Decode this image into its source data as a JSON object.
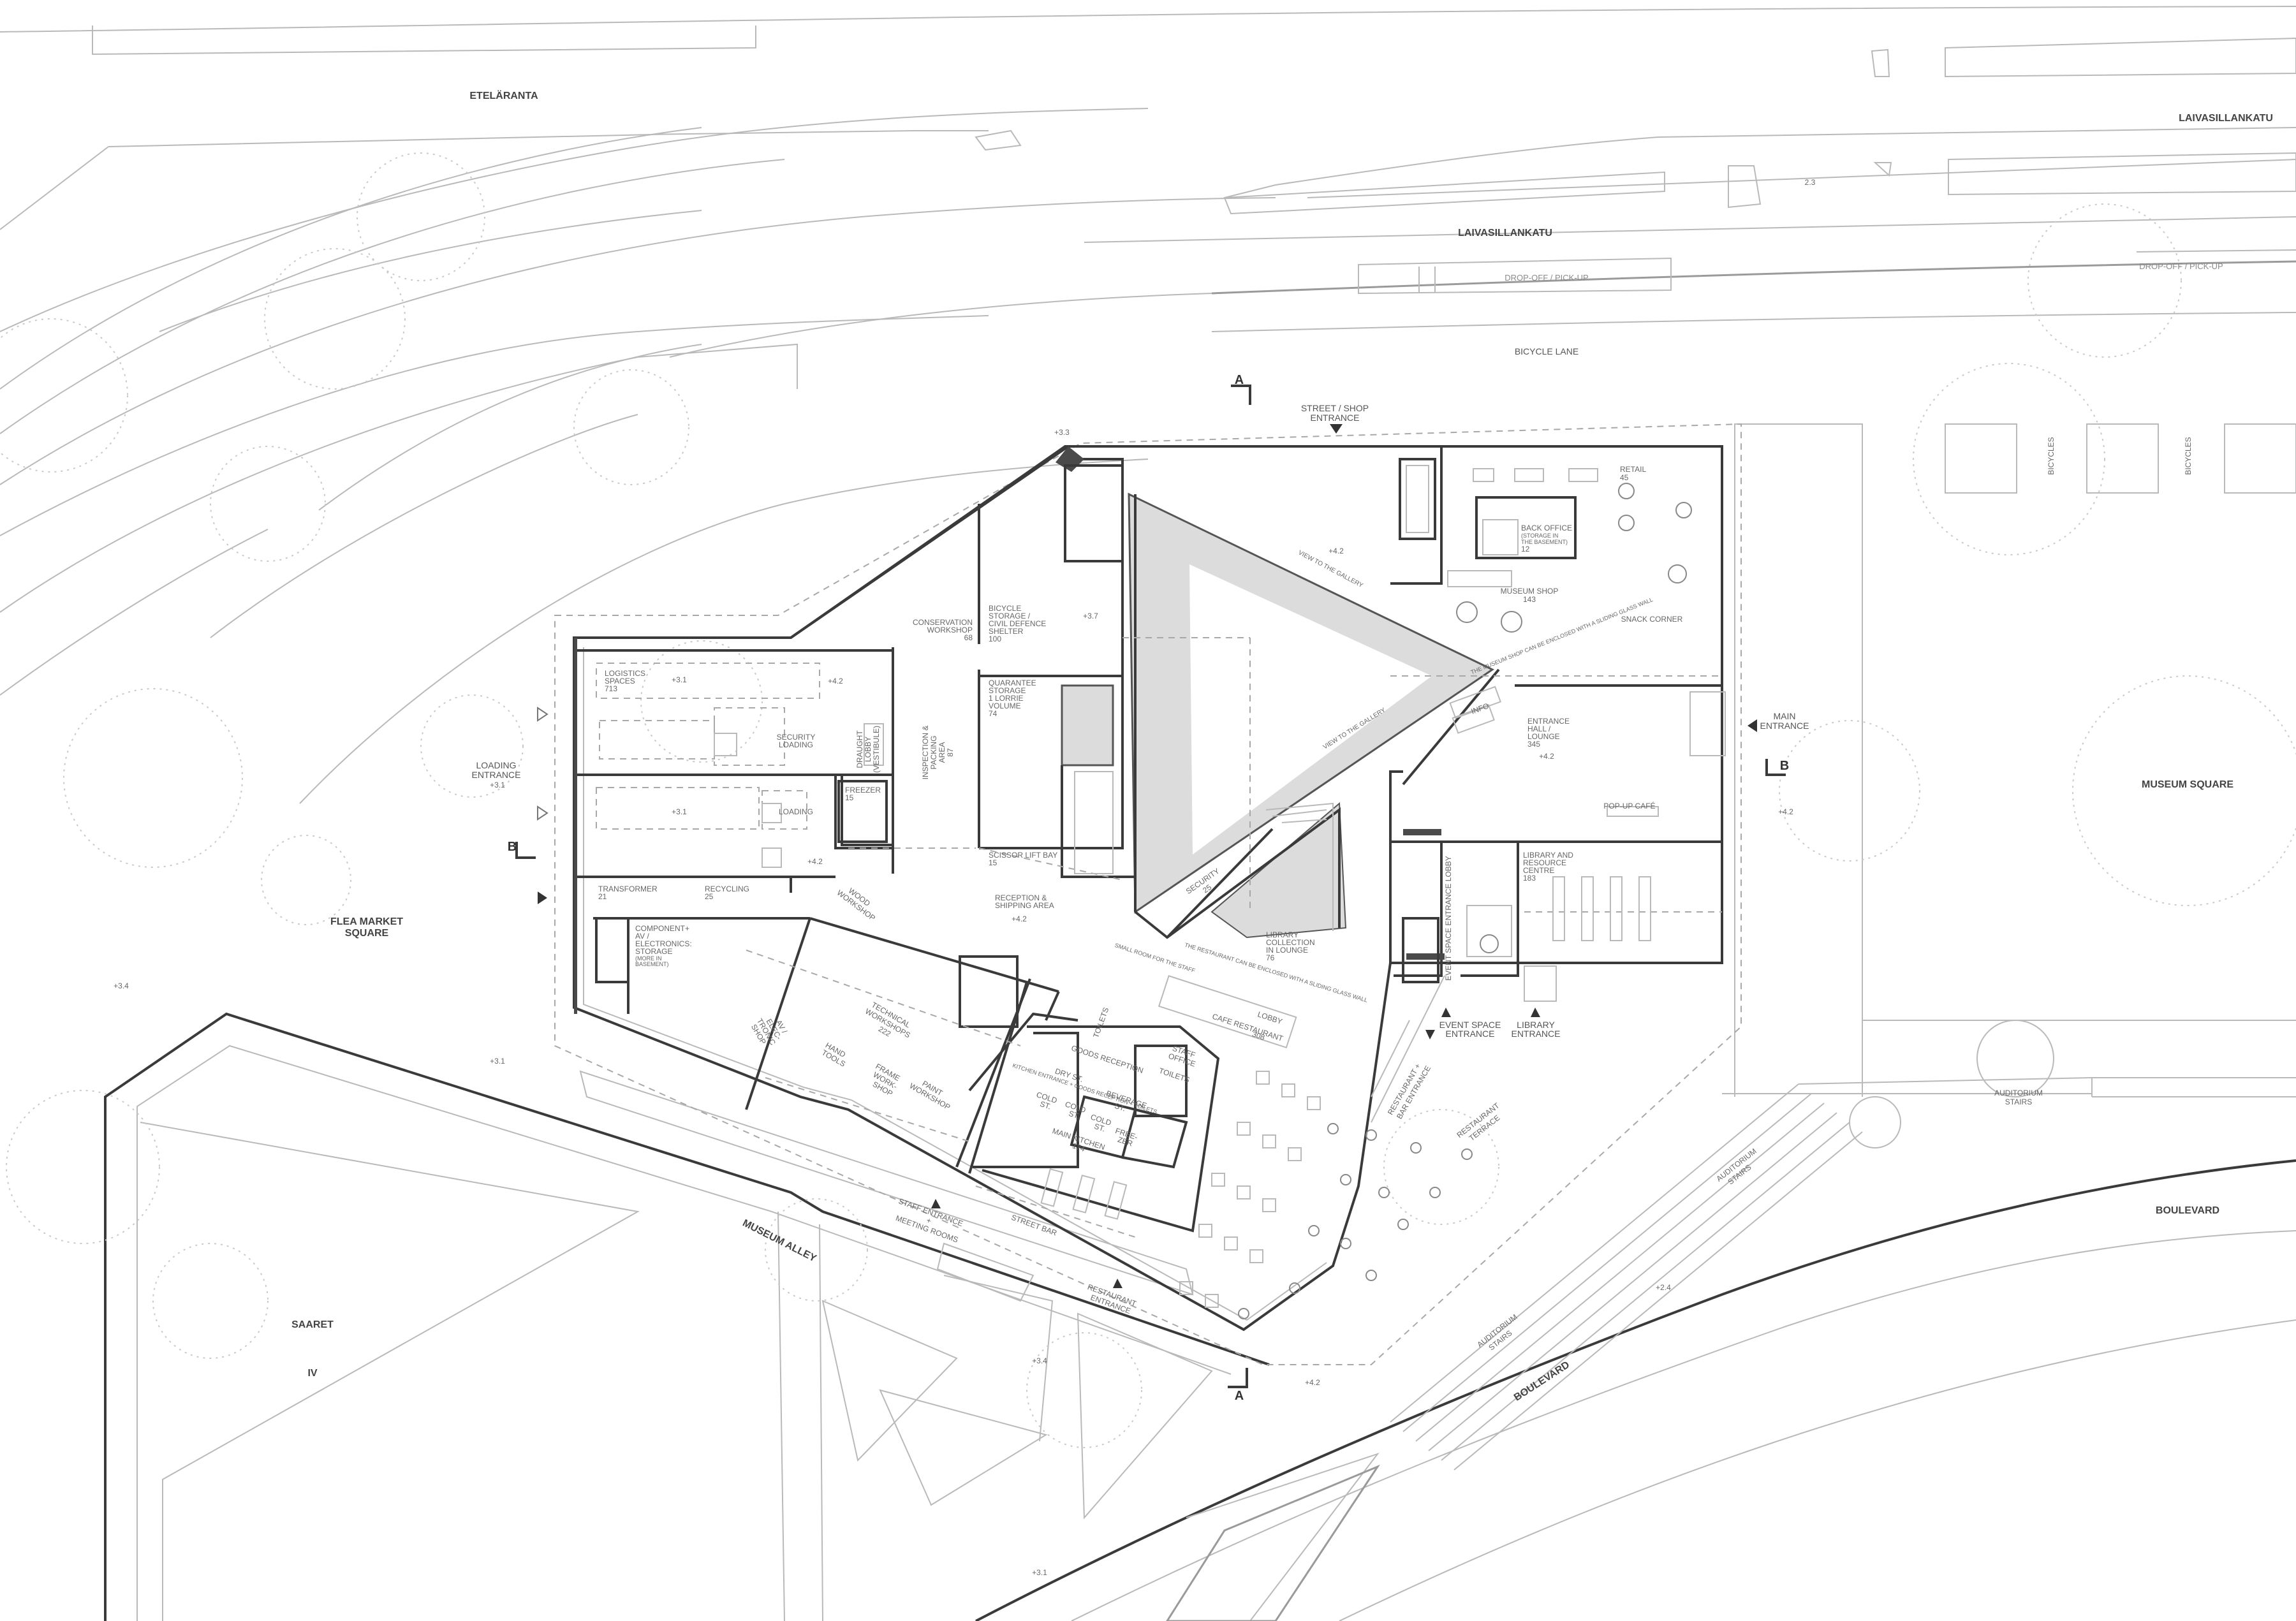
{
  "streets": {
    "etelaranta": "ETELÄRANTA",
    "laivasillankatu_1": "LAIVASILLANKATU",
    "laivasillankatu_2": "LAIVASILLANKATU",
    "dropoff_1": "DROP-OFF / PICK-UP",
    "dropoff_2": "DROP-OFF / PICK-UP",
    "bicycle_lane": "BICYCLE LANE",
    "bicycles_1": "BICYCLES",
    "bicycles_2": "BICYCLES",
    "museum_square": "MUSEUM SQUARE",
    "flea_market": [
      "FLEA MARKET",
      "SQUARE"
    ],
    "museum_alley": "MUSEUM ALLEY",
    "boulevard_1": "BOULEVARD",
    "boulevard_2": "BOULEVARD",
    "saaret": "SAARET",
    "saaret_iv": "IV",
    "auditorium_stairs_1": [
      "AUDITORIUM",
      "STAIRS"
    ],
    "auditorium_stairs_2": [
      "AUDITORIUM",
      "STAIRS"
    ],
    "auditorium_stairs_3": [
      "AUDITORIUM",
      "STAIRS"
    ]
  },
  "levels": {
    "l_2_3": "2.3",
    "l_3_3": "+3.3",
    "l_4_2_a": "+4.2",
    "l_3_7": "+3.7",
    "l_3_1_a": "+3.1",
    "l_4_2_b": "+4.2",
    "l_3_1_b": "+3.1",
    "l_4_2_c": "+4.2",
    "l_3_1_c": "+3.1",
    "l_4_2_d": "+4.2",
    "l_4_2_e": "+4.2",
    "l_4_2_f": "+4.2",
    "l_3_4_a": "+3.4",
    "l_3_1_d": "+3.1",
    "l_3_4_b": "+3.4",
    "l_2_4": "+2.4",
    "l_4_2_g": "+4.2",
    "l_3_1_e": "+3.1"
  },
  "sections": {
    "a_top": "A",
    "a_bottom": "A",
    "b_left": "B",
    "b_right": "B"
  },
  "entrances": {
    "street_shop": [
      "STREET / SHOP",
      "ENTRANCE"
    ],
    "main": [
      "MAIN",
      "ENTRANCE"
    ],
    "loading": [
      "LOADING",
      "ENTRANCE"
    ],
    "event_space": [
      "EVENT SPACE",
      "ENTRANCE"
    ],
    "library": [
      "LIBRARY",
      "ENTRANCE"
    ],
    "staff": [
      "STAFF ENTRANCE",
      "+",
      "MEETING ROOMS"
    ],
    "restaurant": [
      "RESTAURANT",
      "ENTRANCE"
    ],
    "restaurant_bar": [
      "RESTAURANT +",
      "BAR ENTRANCE"
    ]
  },
  "rooms": {
    "retail": [
      "RETAIL",
      "45"
    ],
    "back_office": [
      "BACK OFFICE",
      "(STORAGE IN",
      "THE BASEMENT)",
      "12"
    ],
    "museum_shop": [
      "MUSEUM SHOP",
      "143"
    ],
    "snack_corner": "SNACK CORNER",
    "entrance_hall": [
      "ENTRANCE",
      "HALL /",
      "LOUNGE",
      "345"
    ],
    "info": "INFO",
    "popup_cafe": "POP-UP CAFÉ",
    "library": [
      "LIBRARY AND",
      "RESOURCE",
      "CENTRE",
      "183"
    ],
    "event_lobby": "EVENT SPACE ENTRANCE LOBBY",
    "conservation": [
      "CONSERVATION",
      "WORKSHOP",
      "68"
    ],
    "bicycle_storage": [
      "BICYCLE",
      "STORAGE /",
      "CIVIL DEFENCE",
      "SHELTER",
      "100"
    ],
    "logistics": [
      "LOGISTICS",
      "SPACES",
      "713"
    ],
    "security_loading": [
      "SECURITY",
      "LOADING"
    ],
    "draught_lobby": [
      "DRAUGHT",
      "LOBBY",
      "(VESTIBULE)"
    ],
    "inspection": [
      "INSPECTION &",
      "PACKING",
      "AREA",
      "87"
    ],
    "quarantee": [
      "QUARANTEE",
      "STORAGE",
      "1 LORRIE",
      "VOLUME",
      "74"
    ],
    "loading": "LOADING",
    "freezer": [
      "FREEZER",
      "15"
    ],
    "scissor_lift": [
      "SCISSOR LIFT BAY",
      "15"
    ],
    "reception_shipping": [
      "RECEPTION &",
      "SHIPPING AREA"
    ],
    "security": [
      "SECURITY",
      "25"
    ],
    "library_collection": [
      "LIBRARY",
      "COLLECTION",
      "IN LOUNGE",
      "76"
    ],
    "transformer": [
      "TRANSFORMER",
      "21"
    ],
    "recycling": [
      "RECYCLING",
      "25"
    ],
    "component_storage": [
      "COMPONENT+",
      "AV /",
      "ELECTRONICS:",
      "STORAGE",
      "(MORE IN",
      "BASEMENT)"
    ],
    "wood_workshop": [
      "WOOD",
      "WORKSHOP"
    ],
    "technical_workshops": [
      "TECHNICAL",
      "WORKSHOPS",
      "222"
    ],
    "av_shop": [
      "AV /",
      "ELEC-",
      "TRONIC",
      "SHOP"
    ],
    "hand_tools": [
      "HAND",
      "TOOLS"
    ],
    "frame_shop": [
      "FRAME",
      "WORK-",
      "SHOP"
    ],
    "paint_workshop": [
      "PAINT",
      "WORKSHOP"
    ],
    "lobby_cafe": [
      "LOBBY",
      "CAFE RESTAURANT",
      "308"
    ],
    "toilets_1": "TOILETS",
    "toilets_2": "TOILETS",
    "staff_office": [
      "STAFF",
      "OFFICE"
    ],
    "goods_reception": "GOODS RECEPTION",
    "dry_st": "DRY ST.",
    "cold_1": [
      "COLD",
      "ST."
    ],
    "cold_2": [
      "COLD",
      "ST."
    ],
    "cold_3": [
      "COLD",
      "ST."
    ],
    "beverage": [
      "BEVERAGE",
      "ST."
    ],
    "freezer_2": [
      "FREE-",
      "ZER"
    ],
    "main_kitchen": [
      "MAIN KITCHEN",
      "174"
    ],
    "street_bar": "STREET BAR",
    "restaurant_terrace": [
      "RESTAURANT",
      "TERRACE"
    ]
  },
  "notes": {
    "view_gallery_1": "VIEW TO THE GALLERY",
    "view_gallery_2": "VIEW TO THE GALLERY",
    "shop_note": "THE MUSEUM SHOP CAN BE ENCLOSED WITH A SLIDING GLASS WALL",
    "restaurant_note": "THE RESTAURANT CAN BE ENCLOSED WITH A SLIDING GLASS WALL",
    "staff_note": "SMALL ROOM FOR THE STAFF",
    "kitchen_note": "KITCHEN ENTRANCE + GOODS RECEPTION + TOILETS"
  }
}
